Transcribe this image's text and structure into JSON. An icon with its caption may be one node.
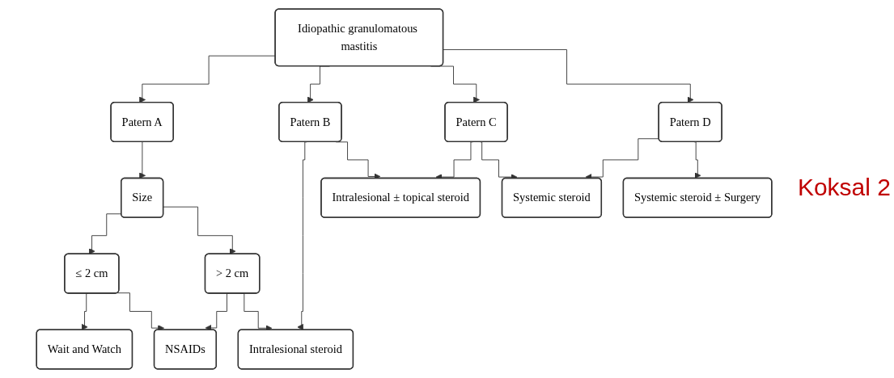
{
  "diagram": {
    "nodes": [
      {
        "text": [
          "Idiopathic granulomatous mastitis"
        ]
      },
      {
        "text": [
          "Patern A"
        ]
      },
      {
        "text": [
          "Patern B"
        ]
      },
      {
        "text": [
          "Patern C"
        ]
      },
      {
        "text": [
          "Patern D"
        ]
      },
      {
        "text": [
          "Size"
        ]
      },
      {
        "text": [
          "≤ 2 cm"
        ]
      },
      {
        "text": [
          "> 2 cm"
        ]
      },
      {
        "text": [
          "Wait and Watch"
        ]
      },
      {
        "text": [
          "NSAIDs"
        ]
      },
      {
        "text": [
          "Intralesional steroid"
        ]
      },
      {
        "text": [
          "Intralesional ± topical steroid"
        ]
      },
      {
        "text": [
          "Systemic steroid"
        ]
      },
      {
        "text": [
          "Systemic steroid ± Surgery"
        ]
      }
    ],
    "edges": [
      {
        "from": 0,
        "to": 1,
        "arrow": "to"
      },
      {
        "from": 0,
        "to": 2,
        "arrow": "to"
      },
      {
        "from": 0,
        "to": 3,
        "arrow": "to"
      },
      {
        "from": 0,
        "to": 4,
        "arrow": "to"
      },
      {
        "from": 1,
        "to": 5,
        "arrow": "to"
      },
      {
        "from": 5,
        "to": 6,
        "arrow": "to"
      },
      {
        "from": 5,
        "to": 7,
        "arrow": "to"
      },
      {
        "from": 6,
        "to": 8,
        "arrow": "to"
      },
      {
        "from": 6,
        "to": 9,
        "arrow": "to"
      },
      {
        "from": 7,
        "to": 9,
        "arrow": "to"
      },
      {
        "from": 7,
        "to": 10,
        "arrow": "to"
      },
      {
        "from": 2,
        "to": 10,
        "arrow": "to"
      },
      {
        "from": 2,
        "to": 11,
        "arrow": "to"
      },
      {
        "from": 3,
        "to": 11,
        "arrow": "to"
      },
      {
        "from": 3,
        "to": 12,
        "arrow": "to"
      },
      {
        "from": 4,
        "to": 12,
        "arrow": "to"
      },
      {
        "from": 4,
        "to": 13,
        "arrow": "to"
      }
    ],
    "labels": [
      "Koksal 2"
    ]
  }
}
